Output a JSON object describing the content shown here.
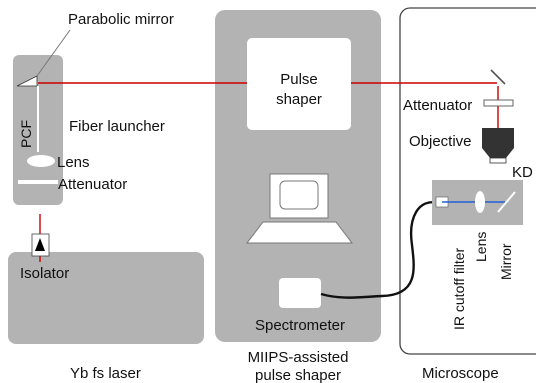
{
  "labels": {
    "parabolic_mirror": "Parabolic mirror",
    "pcf": "PCF",
    "fiber_launcher": "Fiber launcher",
    "lens_left": "Lens",
    "attenuator_left": "Attenuator",
    "isolator": "Isolator",
    "yb_laser": "Yb fs laser",
    "pulse_shaper_line1": "Pulse",
    "pulse_shaper_line2": "shaper",
    "spectrometer": "Spectrometer",
    "miips_line1": "MIIPS-assisted",
    "miips_line2": "pulse shaper",
    "attenuator_right": "Attenuator",
    "objective": "Objective",
    "kd": "KD",
    "ir_cutoff_filter": "IR cutoff filter",
    "lens_right": "Lens",
    "mirror": "Mirror",
    "microscope": "Microscope"
  },
  "colors": {
    "panel": "#b3b3b3",
    "laser_beam": "#cc0000",
    "blue_beam": "#1f5fd6",
    "fiber": "#111111"
  }
}
